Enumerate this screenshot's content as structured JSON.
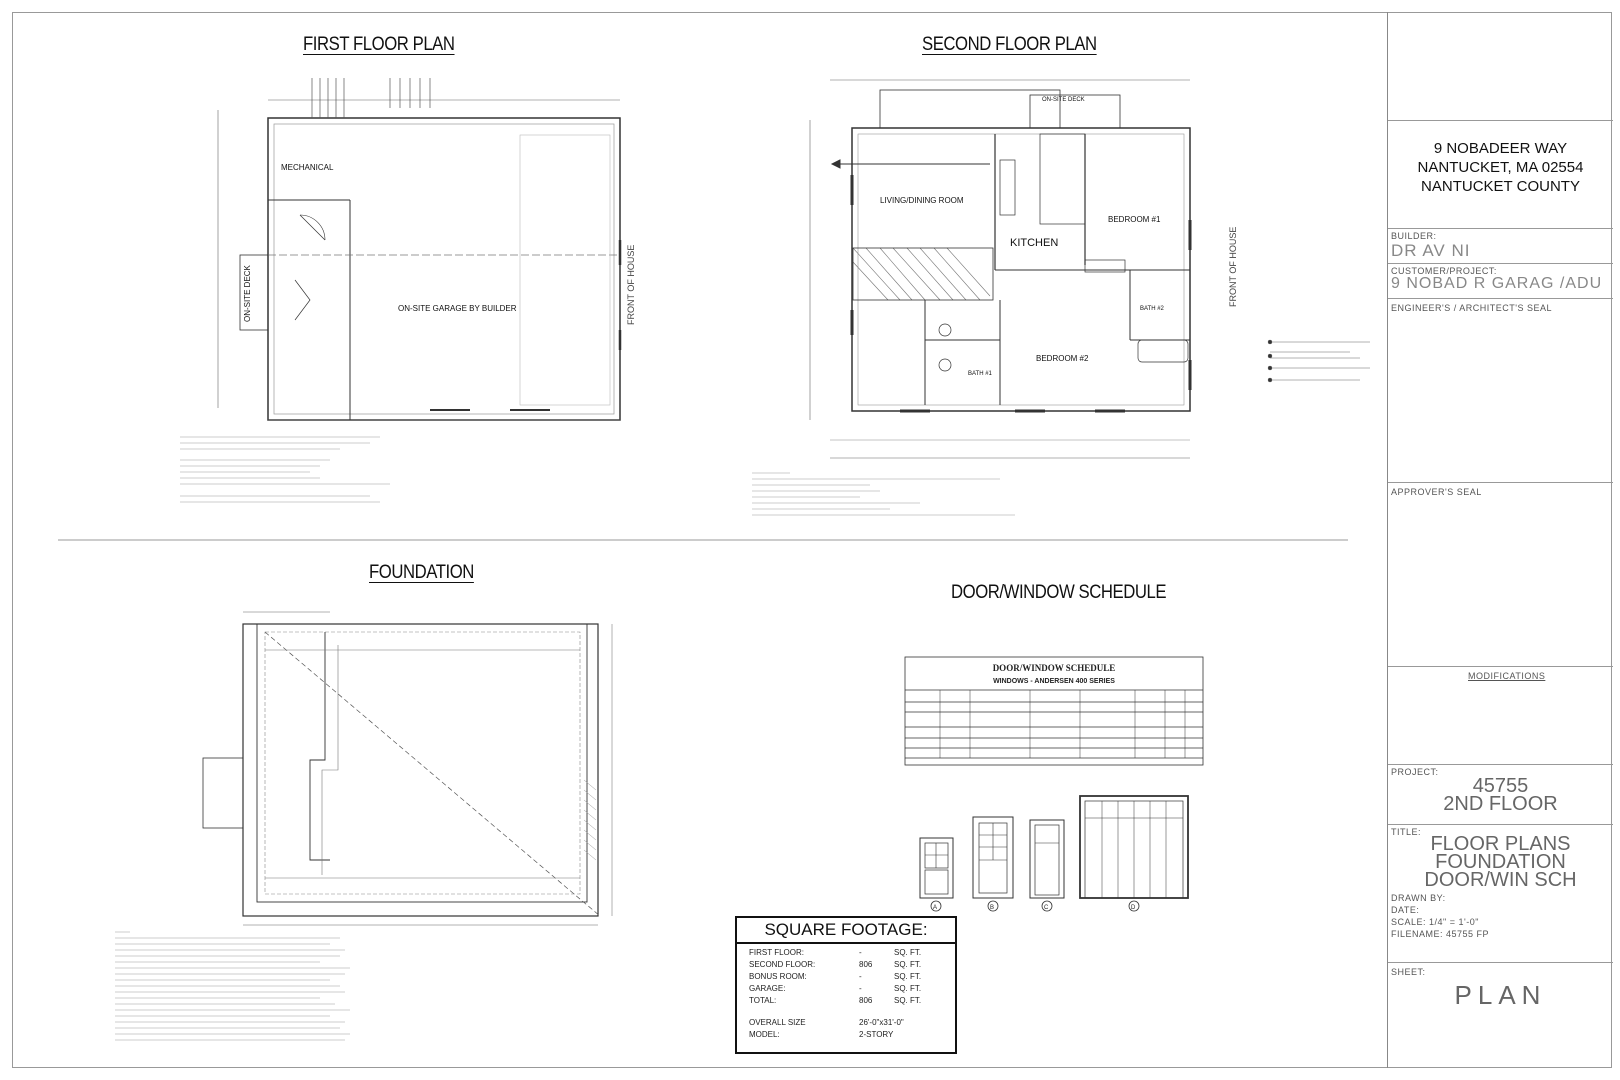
{
  "sheet": {
    "first_floor_title": "FIRST FLOOR PLAN",
    "second_floor_title": "SECOND FLOOR PLAN",
    "foundation_title": "FOUNDATION",
    "door_window_title": "DOOR/WINDOW SCHEDULE"
  },
  "first_floor": {
    "mechanical": "MECHANICAL",
    "garage": "ON-SITE GARAGE BY BUILDER",
    "deck": "ON-SITE DECK",
    "front": "FRONT OF HOUSE"
  },
  "second_floor": {
    "living": "LIVING/DINING ROOM",
    "kitchen": "KITCHEN",
    "bedroom1": "BEDROOM #1",
    "bedroom2": "BEDROOM #2",
    "bath1": "BATH #1",
    "bath2": "BATH #2",
    "deck": "ON-SITE DECK",
    "front": "FRONT OF HOUSE"
  },
  "schedule": {
    "header": "DOOR/WINDOW SCHEDULE",
    "subheader": "WINDOWS - ANDERSEN 400 SERIES",
    "tags": [
      "A",
      "B",
      "C",
      "D"
    ]
  },
  "title_block": {
    "address_line1": "9 NOBADEER WAY",
    "address_line2": "NANTUCKET, MA 02554",
    "address_line3": "NANTUCKET COUNTY",
    "builder_label": "BUILDER:",
    "builder_value": "DR AV NI",
    "customer_label": "CUSTOMER/PROJECT:",
    "customer_value": "9 NOBAD R GARAG /ADU",
    "seal_label": "ENGINEER'S / ARCHITECT'S SEAL",
    "approver_label": "APPROVER'S SEAL",
    "modifications_label": "MODIFICATIONS",
    "project_label": "PROJECT:",
    "project_value1": "45755",
    "project_value2": "2ND FLOOR",
    "title_label": "TITLE:",
    "title_value1": "FLOOR PLANS",
    "title_value2": "FOUNDATION",
    "title_value3": "DOOR/WIN SCH",
    "drawn_by": "DRAWN BY:",
    "date": "DATE:",
    "scale": "SCALE: 1/4\" = 1'-0\"",
    "file": "FILENAME: 45755 FP",
    "sheet_label": "SHEET:",
    "sheet_value": "PLAN"
  },
  "square_footage": {
    "header": "SQUARE FOOTAGE:",
    "rows": [
      {
        "label": "FIRST FLOOR:",
        "value": "-",
        "unit": "SQ. FT."
      },
      {
        "label": "SECOND FLOOR:",
        "value": "806",
        "unit": "SQ. FT."
      },
      {
        "label": "BONUS ROOM:",
        "value": "-",
        "unit": "SQ. FT."
      },
      {
        "label": "GARAGE:",
        "value": "-",
        "unit": "SQ. FT."
      },
      {
        "label": "TOTAL:",
        "value": "806",
        "unit": "SQ. FT."
      }
    ],
    "overall_label": "OVERALL SIZE",
    "overall_value": "26'-0\"x31'-0\"",
    "model_label": "MODEL:",
    "model_value": "2-STORY"
  }
}
